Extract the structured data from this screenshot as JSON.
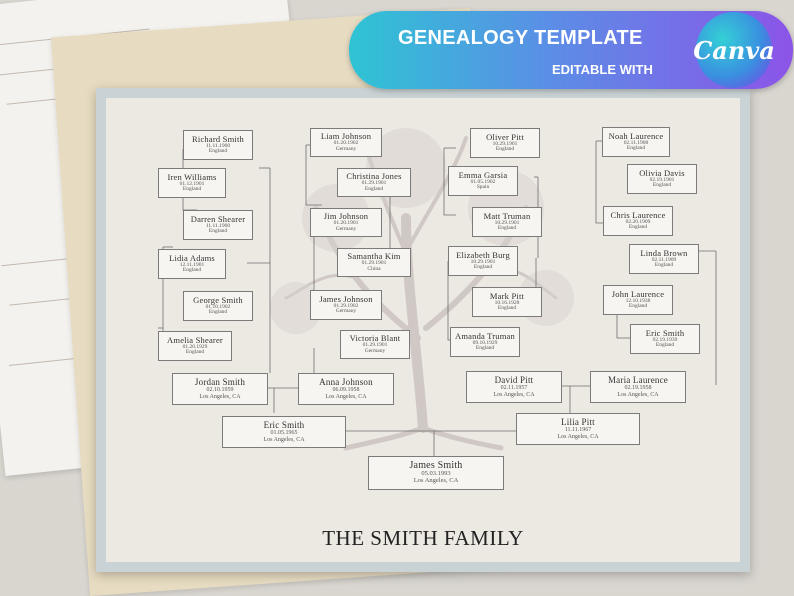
{
  "banner": {
    "title": "GENEALOGY TEMPLATE",
    "subtitle": "EDITABLE WITH",
    "logo": "Canva"
  },
  "family_title": "THE SMITH FAMILY",
  "people": [
    {
      "name": "Richard Smith",
      "date": "11.11.1900",
      "place": "England"
    },
    {
      "name": "Iren Williams",
      "date": "01.12.1901",
      "place": "England"
    },
    {
      "name": "Darren Shearer",
      "date": "11.11.1900",
      "place": "England"
    },
    {
      "name": "Lidia Adams",
      "date": "12.11.1901",
      "place": "England"
    },
    {
      "name": "George Smith",
      "date": "01.10.1902",
      "place": "England"
    },
    {
      "name": "Amelia Shearer",
      "date": "01.20.1929",
      "place": "England"
    },
    {
      "name": "Liam Johnson",
      "date": "01.20.1902",
      "place": "Germany"
    },
    {
      "name": "Christina Jones",
      "date": "01.29.1901",
      "place": "England"
    },
    {
      "name": "Jim Johnson",
      "date": "01.20.1901",
      "place": "Germany"
    },
    {
      "name": "Samantha Kim",
      "date": "01.29.1901",
      "place": "China"
    },
    {
      "name": "James Johnson",
      "date": "01.29.1902",
      "place": "Germany"
    },
    {
      "name": "Victoria Blant",
      "date": "01.29.1901",
      "place": "Germany"
    },
    {
      "name": "Oliver Pitt",
      "date": "10.29.1901",
      "place": "England"
    },
    {
      "name": "Emma Garsia",
      "date": "01.05.1902",
      "place": "Spain"
    },
    {
      "name": "Matt Truman",
      "date": "10.29.1901",
      "place": "England"
    },
    {
      "name": "Elizabeth Burg",
      "date": "10.29.1901",
      "place": "England"
    },
    {
      "name": "Mark Pitt",
      "date": "10.16.1928",
      "place": "England"
    },
    {
      "name": "Amanda Truman",
      "date": "09.10.1929",
      "place": "England"
    },
    {
      "name": "Noah Laurence",
      "date": "02.11.1908",
      "place": "England"
    },
    {
      "name": "Olivia Davis",
      "date": "02.19.1901",
      "place": "England"
    },
    {
      "name": "Chris Laurence",
      "date": "02.20.1909",
      "place": "England"
    },
    {
      "name": "Linda Brown",
      "date": "02.11.1909",
      "place": "England"
    },
    {
      "name": "John Laurence",
      "date": "12.10.1938",
      "place": "England"
    },
    {
      "name": "Eric Smith",
      "date": "02.19.1939",
      "place": "England"
    },
    {
      "name": "Jordan Smith",
      "date": "02.10.1959",
      "place": "Los Angeles, CA"
    },
    {
      "name": "Anna Johnson",
      "date": "06.09.1958",
      "place": "Los Angeles, CA"
    },
    {
      "name": "David Pitt",
      "date": "02.11.1957",
      "place": "Los Angeles, CA"
    },
    {
      "name": "Maria Laurence",
      "date": "02.19.1958",
      "place": "Los Angeles, CA"
    },
    {
      "name": "Eric Smith",
      "date": "01.05.1965",
      "place": "Los Angeles, CA"
    },
    {
      "name": "Lilia Pitt",
      "date": "11.11.1967",
      "place": "Los Angeles, CA"
    },
    {
      "name": "James Smith",
      "date": "05.03.1993",
      "place": "Los Angeles, CA"
    }
  ]
}
